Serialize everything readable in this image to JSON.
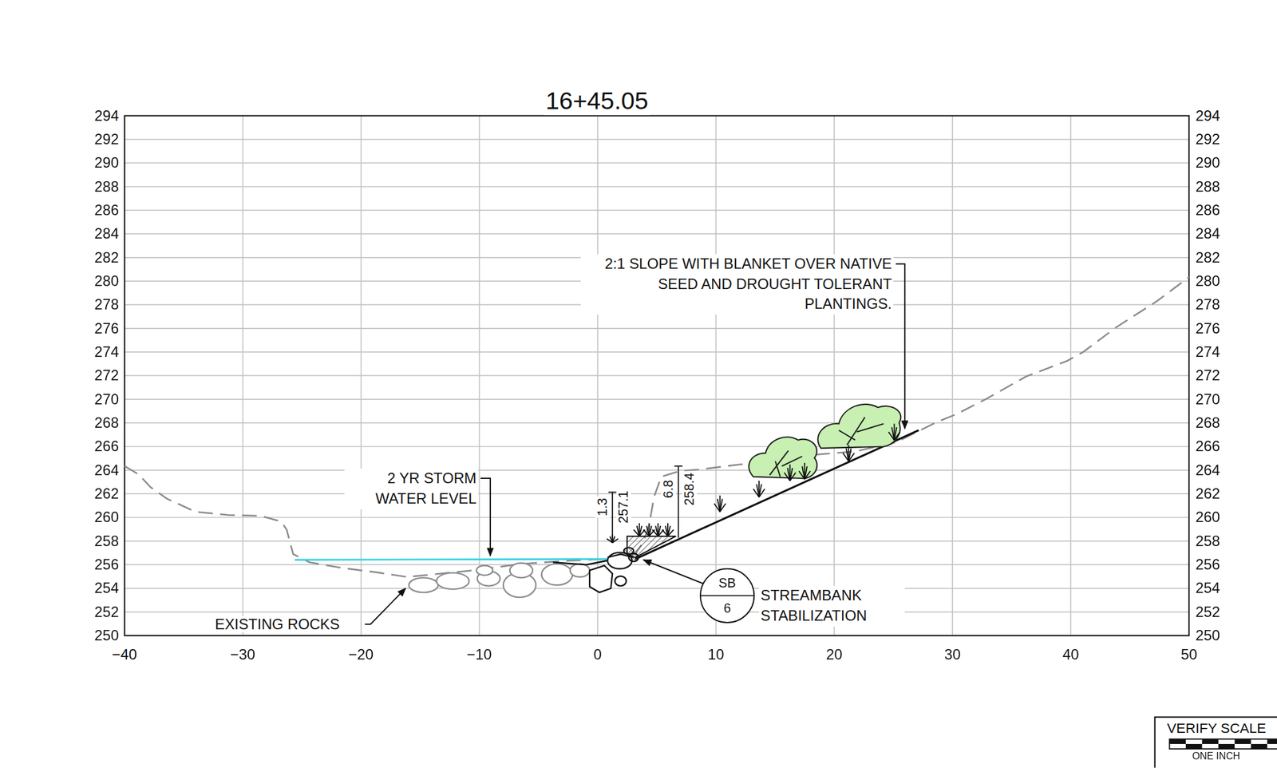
{
  "diagram": {
    "title": "16+45.05",
    "nodes": [
      {
        "text": [
          "SB",
          "6"
        ]
      }
    ],
    "labels": [
      "294",
      "292",
      "290",
      "288",
      "286",
      "284",
      "282",
      "280",
      "278",
      "276",
      "274",
      "272",
      "270",
      "268",
      "266",
      "264",
      "262",
      "260",
      "258",
      "256",
      "254",
      "252",
      "250",
      "294",
      "292",
      "290",
      "288",
      "286",
      "284",
      "282",
      "280",
      "278",
      "276",
      "274",
      "272",
      "270",
      "268",
      "266",
      "264",
      "262",
      "260",
      "258",
      "256",
      "254",
      "252",
      "250",
      "−40",
      "−30",
      "−20",
      "−10",
      "0",
      "10",
      "20",
      "30",
      "40",
      "50",
      "2:1 SLOPE WITH BLANKET OVER NATIVE SEED AND DROUGHT TOLERANT PLANTINGS.",
      "2 YR STORM WATER LEVEL",
      "EXISTING ROCKS",
      "STREAMBANK STABILIZATION",
      "1.3",
      "257.1",
      "6.8",
      "258.4",
      "VERIFY SCALE",
      "ONE INCH"
    ]
  }
}
